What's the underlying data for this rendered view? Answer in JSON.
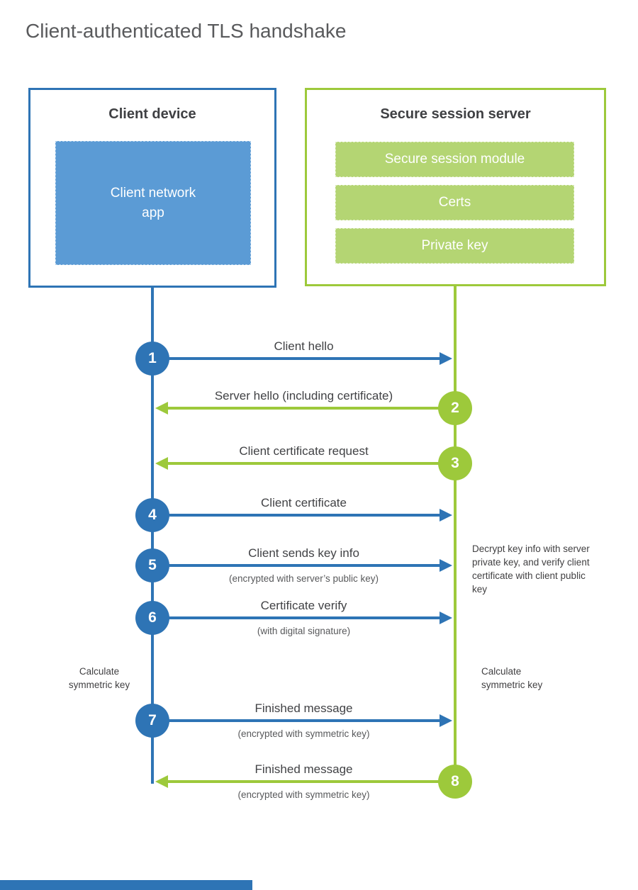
{
  "page": {
    "title": "Client-authenticated TLS handshake"
  },
  "colors": {
    "blue": "#2e74b5",
    "blue_light": "#5b9bd5",
    "green": "#9dc93b",
    "green_light": "#b4d573",
    "text_dark": "#3f4043",
    "text_gray": "#58595b"
  },
  "client": {
    "title": "Client device",
    "app_label": "Client network app"
  },
  "server": {
    "title": "Secure session server",
    "modules": [
      "Secure session module",
      "Certs",
      "Private key"
    ]
  },
  "messages": [
    {
      "num": "1",
      "label": "Client hello",
      "sub": "",
      "from": "client"
    },
    {
      "num": "2",
      "label": "Server hello (including certificate)",
      "sub": "",
      "from": "server"
    },
    {
      "num": "3",
      "label": "Client certificate request",
      "sub": "",
      "from": "server"
    },
    {
      "num": "4",
      "label": "Client certificate",
      "sub": "",
      "from": "client"
    },
    {
      "num": "5",
      "label": "Client sends key info",
      "sub": "(encrypted with server’s public key)",
      "from": "client"
    },
    {
      "num": "6",
      "label": "Certificate verify",
      "sub": "(with digital signature)",
      "from": "client"
    },
    {
      "num": "7",
      "label": "Finished message",
      "sub": "(encrypted with symmetric key)",
      "from": "client"
    },
    {
      "num": "8",
      "label": "Finished message",
      "sub": "(encrypted with symmetric key)",
      "from": "server"
    }
  ],
  "notes": {
    "decrypt": "Decrypt key info with server private key, and verify client certificate with client public key",
    "calc_left": "Calculate symmetric key",
    "calc_right": "Calculate symmetric key"
  }
}
